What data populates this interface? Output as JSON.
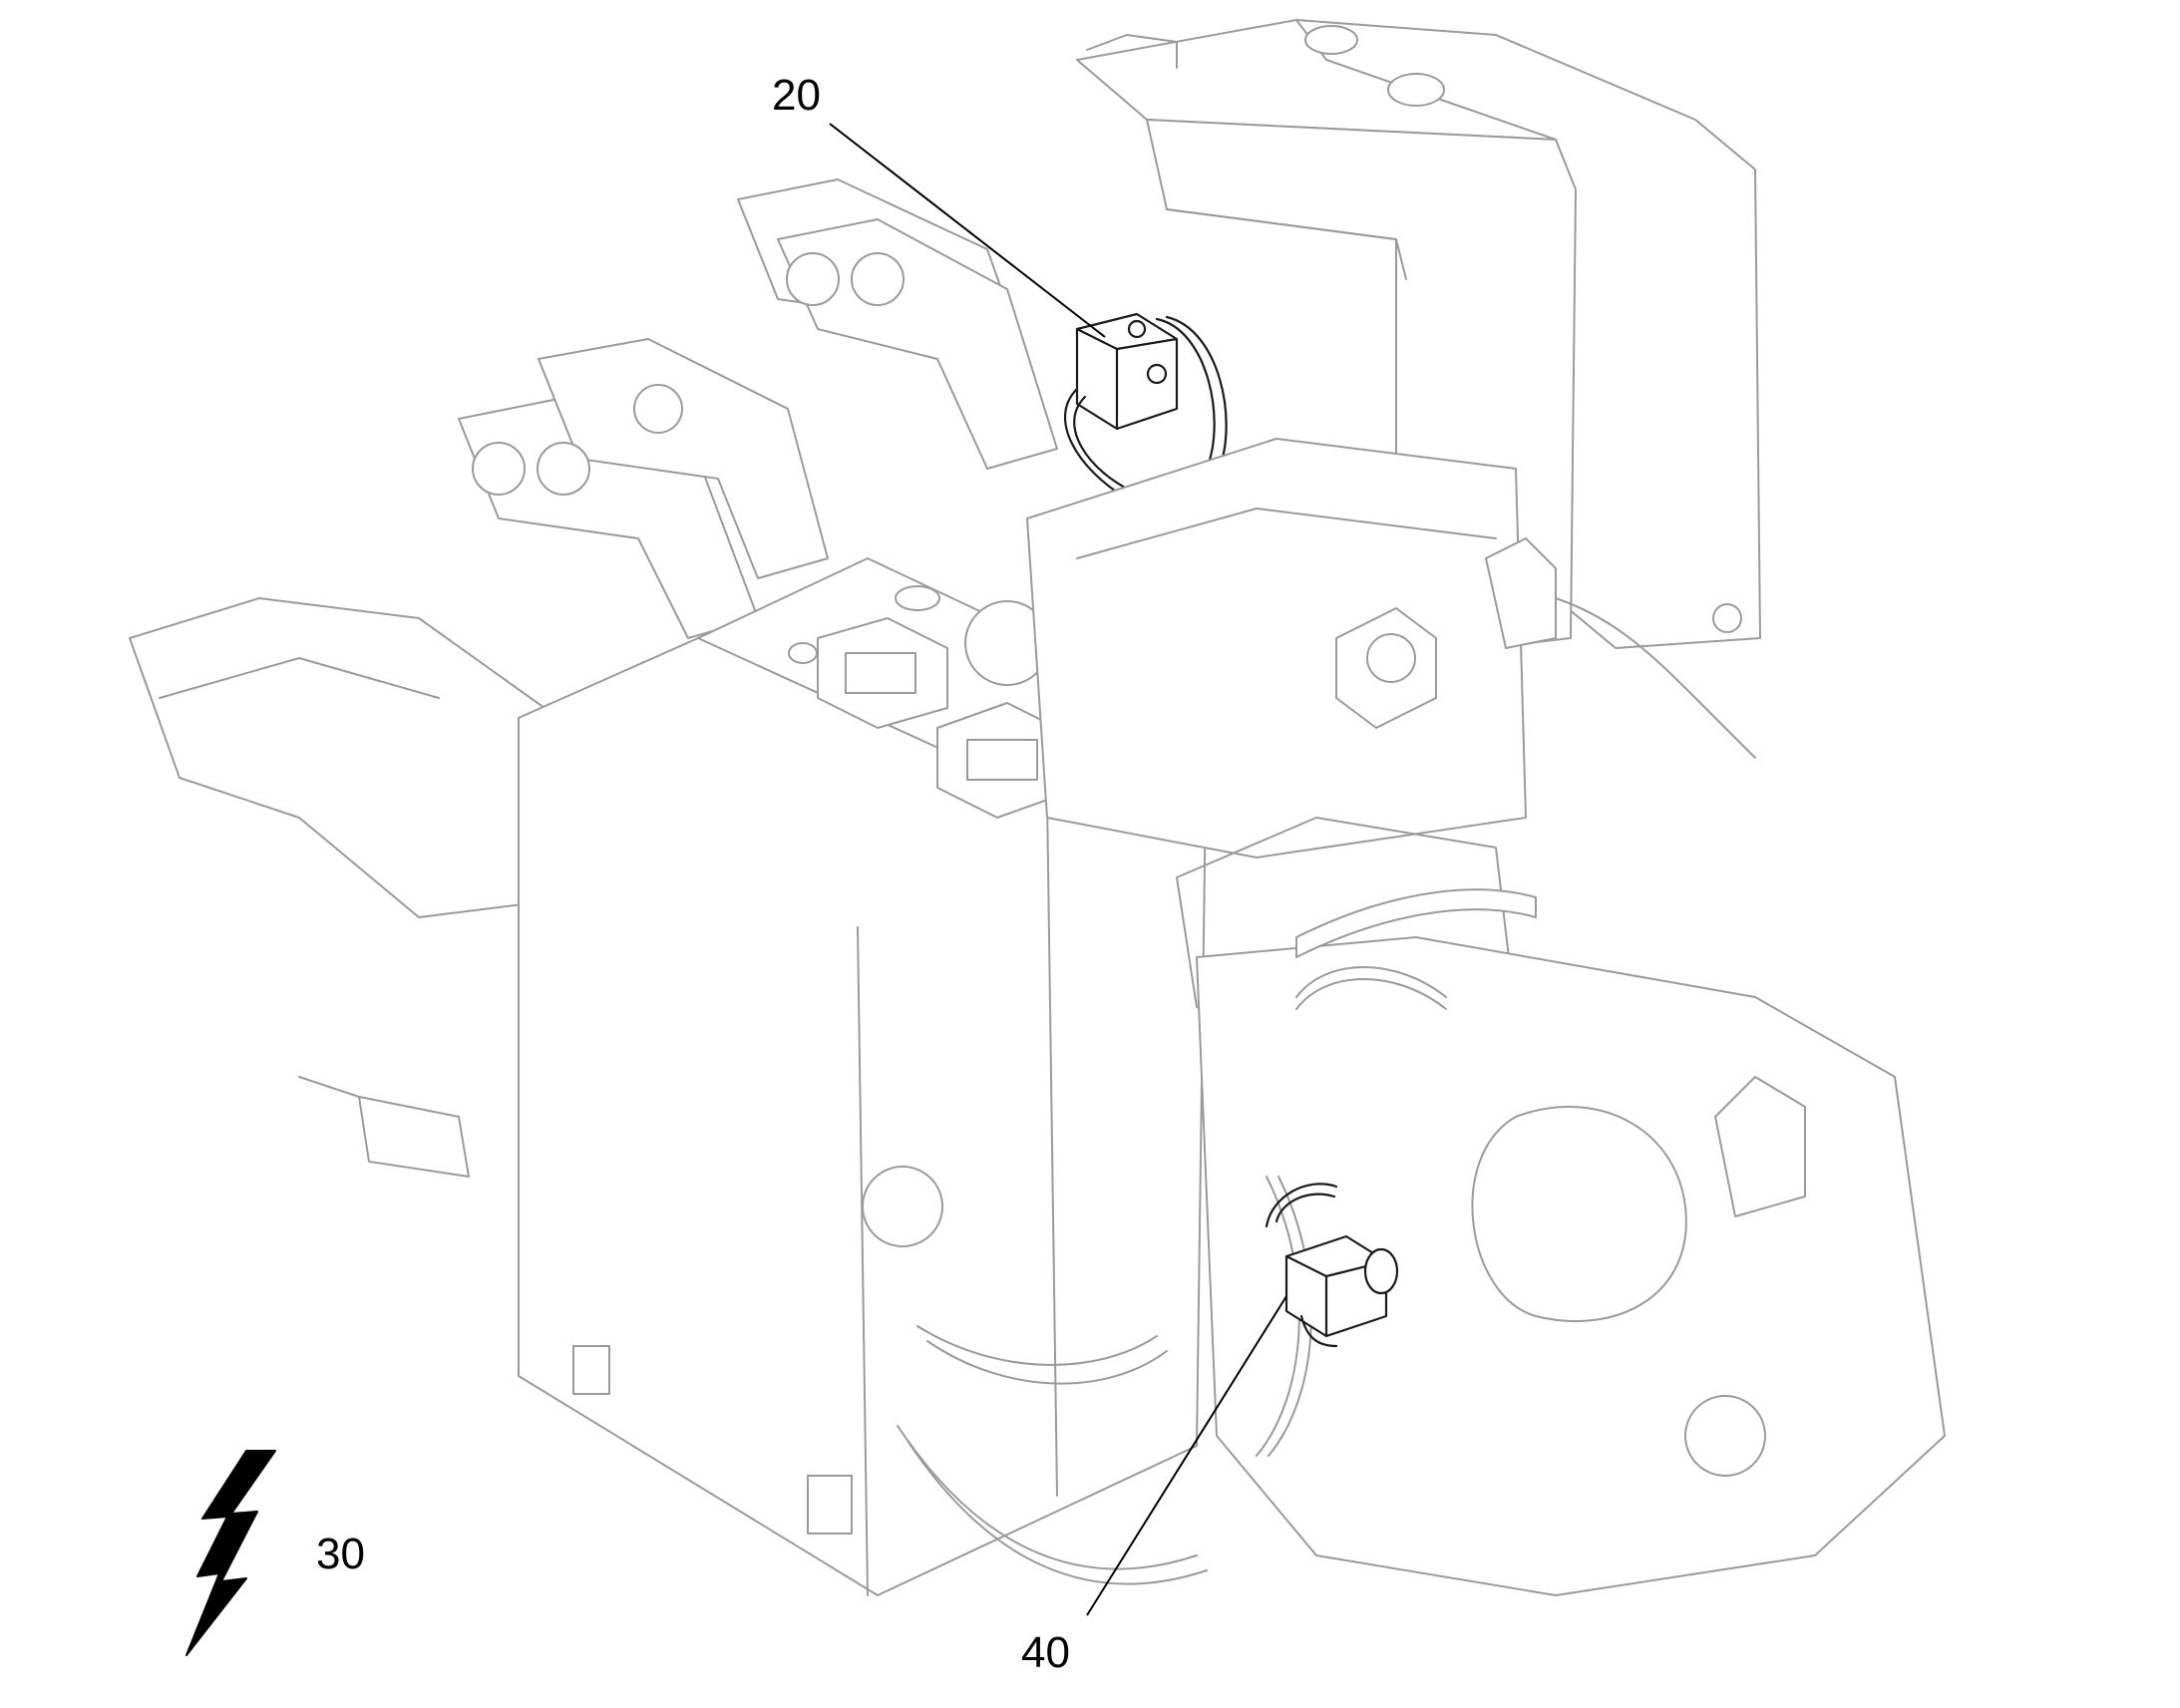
{
  "callouts": [
    {
      "id": "20",
      "label": "20"
    },
    {
      "id": "30",
      "label": "30"
    },
    {
      "id": "40",
      "label": "40"
    }
  ],
  "colors": {
    "background": "#ffffff",
    "machine_outline": "#9a9a9a",
    "highlighted_parts": "#1a1a1a",
    "callout_text": "#000000"
  },
  "icons": {
    "callout_30": "lightning-bolt-icon"
  }
}
